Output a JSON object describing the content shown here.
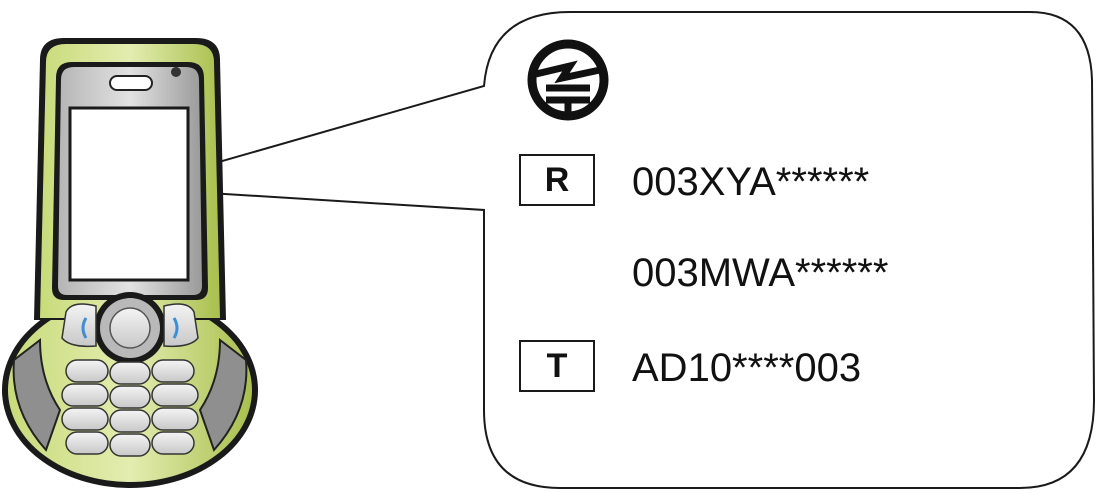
{
  "labels": {
    "r_marker": "R",
    "t_marker": "T"
  },
  "codes": {
    "r_code": "003XYA******",
    "mwa_code": "003MWA******",
    "t_code": "AD10****003"
  },
  "icons": {
    "certification_mark": "giteki-mark-icon",
    "phone": "mobile-phone-illustration"
  },
  "colors": {
    "phone_body": "#b7cc5e",
    "phone_body_light": "#dce89a",
    "phone_dark": "#1a1a1a",
    "screen_bezel": "#9a9a9a",
    "key_color": "#e0e0e0",
    "blue_accent": "#3a8fd8"
  }
}
